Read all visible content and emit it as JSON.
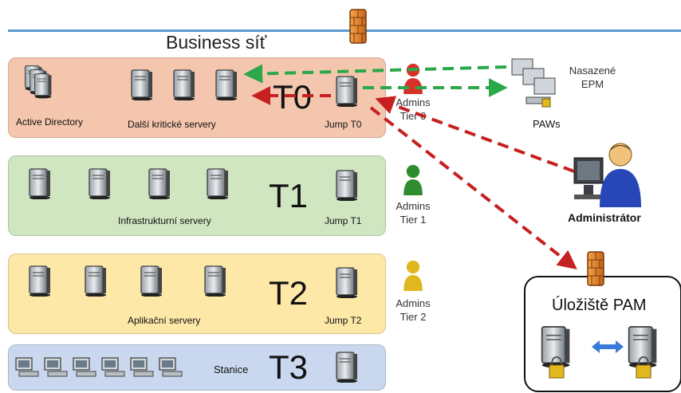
{
  "network": {
    "title": "Business síť"
  },
  "tiers": [
    {
      "label": "T0",
      "servers_label": "Další kritické servery",
      "ad_label": "Active Directory",
      "jump_label": "Jump T0"
    },
    {
      "label": "T1",
      "servers_label": "Infrastrukturní servery",
      "jump_label": "Jump T1"
    },
    {
      "label": "T2",
      "servers_label": "Aplikační servery",
      "jump_label": "Jump T2"
    },
    {
      "label": "T3",
      "servers_label": "Stanice"
    }
  ],
  "admins": [
    {
      "line1": "Admins",
      "line2": "Tier 0",
      "color": "#d9302a"
    },
    {
      "line1": "Admins",
      "line2": "Tier 1",
      "color": "#2e8b2e"
    },
    {
      "line1": "Admins",
      "line2": "Tier 2",
      "color": "#e0b81e"
    }
  ],
  "paws": {
    "label": "PAWs",
    "epm_line1": "Nasazené",
    "epm_line2": "EPM"
  },
  "administrator": {
    "label": "Administrátor"
  },
  "pam": {
    "title": "Úložiště PAM"
  },
  "colors": {
    "tier0": "#f4c6ad",
    "tier1": "#cfe6c1",
    "tier2": "#fde8a8",
    "tier3": "#c9d8ee",
    "green_arrow": "#2aa84a",
    "red_arrow": "#c62020",
    "network_line": "#5b9bd5"
  }
}
